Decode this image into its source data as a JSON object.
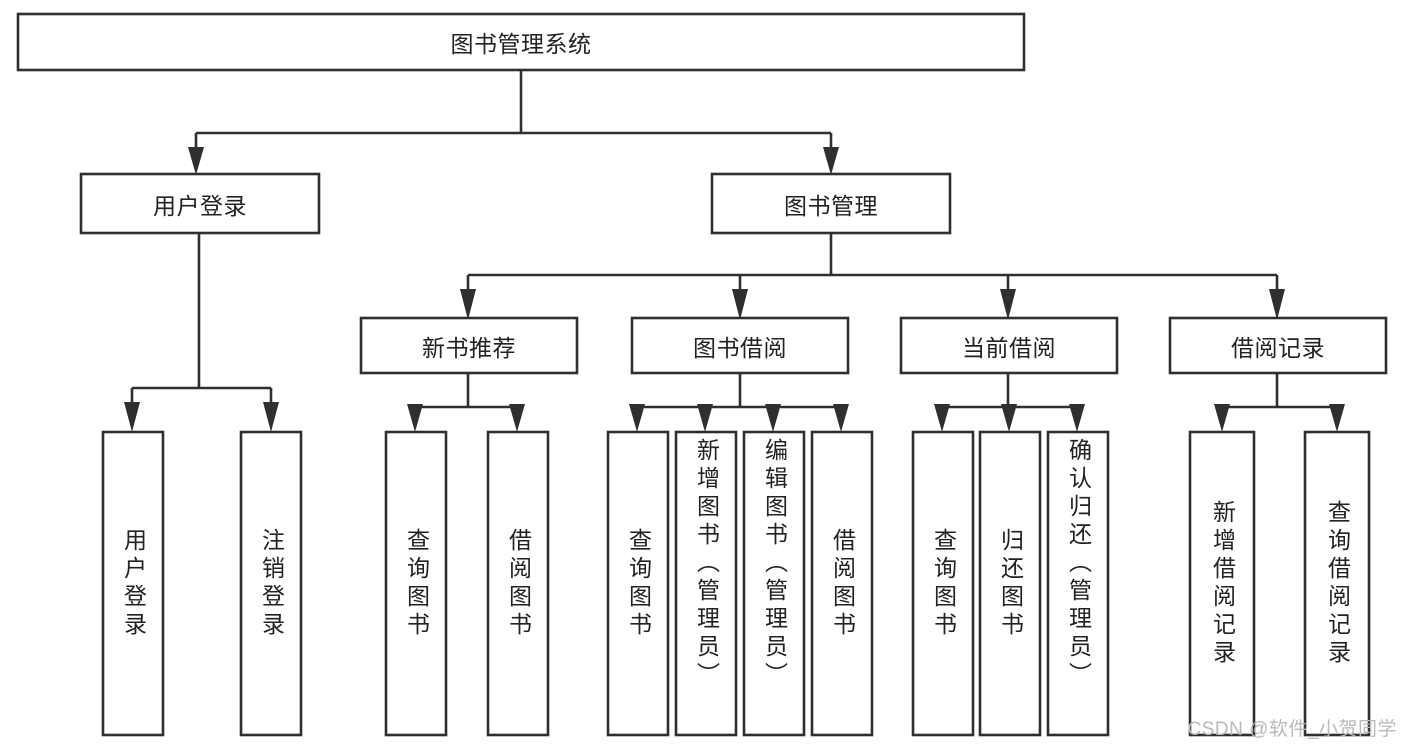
{
  "diagram": {
    "type": "hierarchy-tree",
    "title": "图书管理系统",
    "watermark": "CSDN @软件_小贺同学",
    "colors": {
      "background": "#ffffff",
      "node_fill": "#ffffff",
      "node_stroke": "#2f2f2f",
      "text": "#222222",
      "watermark": "#b9b9b9"
    },
    "root": {
      "label": "图书管理系统",
      "orientation": "horizontal"
    },
    "level2": [
      {
        "label": "用户登录",
        "orientation": "horizontal"
      },
      {
        "label": "图书管理",
        "orientation": "horizontal"
      }
    ],
    "level3": [
      {
        "label": "新书推荐",
        "orientation": "horizontal"
      },
      {
        "label": "图书借阅",
        "orientation": "horizontal"
      },
      {
        "label": "当前借阅",
        "orientation": "horizontal"
      },
      {
        "label": "借阅记录",
        "orientation": "horizontal"
      }
    ],
    "groups": [
      {
        "parent": "用户登录",
        "leaves": [
          {
            "label": "用户登录",
            "orientation": "vertical",
            "align": "center"
          },
          {
            "label": "注销登录",
            "orientation": "vertical",
            "align": "center"
          }
        ]
      },
      {
        "parent": "新书推荐",
        "leaves": [
          {
            "label": "查询图书",
            "orientation": "vertical",
            "align": "center"
          },
          {
            "label": "借阅图书",
            "orientation": "vertical",
            "align": "center"
          }
        ]
      },
      {
        "parent": "图书借阅",
        "leaves": [
          {
            "label": "查询图书",
            "orientation": "vertical",
            "align": "center"
          },
          {
            "label": "新增图书（管理员）",
            "orientation": "vertical",
            "align": "top"
          },
          {
            "label": "编辑图书（管理员）",
            "orientation": "vertical",
            "align": "top"
          },
          {
            "label": "借阅图书",
            "orientation": "vertical",
            "align": "center"
          }
        ]
      },
      {
        "parent": "当前借阅",
        "leaves": [
          {
            "label": "查询图书",
            "orientation": "vertical",
            "align": "center"
          },
          {
            "label": "归还图书",
            "orientation": "vertical",
            "align": "center"
          },
          {
            "label": "确认归还（管理员）",
            "orientation": "vertical",
            "align": "top"
          }
        ]
      },
      {
        "parent": "借阅记录",
        "leaves": [
          {
            "label": "新增借阅记录",
            "orientation": "vertical",
            "align": "center"
          },
          {
            "label": "查询借阅记录",
            "orientation": "vertical",
            "align": "center"
          }
        ]
      }
    ],
    "all_node_labels": [
      "图书管理系统",
      "用户登录",
      "图书管理",
      "新书推荐",
      "图书借阅",
      "当前借阅",
      "借阅记录",
      "用户登录",
      "注销登录",
      "查询图书",
      "借阅图书",
      "查询图书",
      "新增图书（管理员）",
      "编辑图书（管理员）",
      "借阅图书",
      "查询图书",
      "归还图书",
      "确认归还（管理员）",
      "新增借阅记录",
      "查询借阅记录"
    ]
  }
}
